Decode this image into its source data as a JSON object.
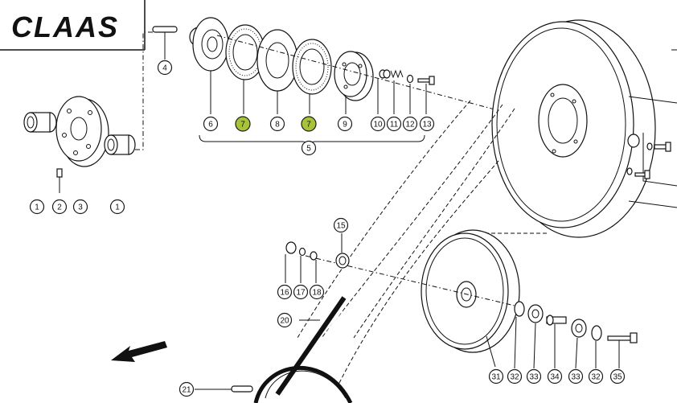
{
  "brand": {
    "logo_text": "CLAAS"
  },
  "highlight_color": "#a7c33a",
  "callouts": [
    {
      "id": "c1a",
      "label": "1",
      "highlight": false
    },
    {
      "id": "c2",
      "label": "2",
      "highlight": false
    },
    {
      "id": "c3",
      "label": "3",
      "highlight": false
    },
    {
      "id": "c1b",
      "label": "1",
      "highlight": false
    },
    {
      "id": "c4",
      "label": "4",
      "highlight": false
    },
    {
      "id": "c6",
      "label": "6",
      "highlight": false
    },
    {
      "id": "c7a",
      "label": "7",
      "highlight": true
    },
    {
      "id": "c8",
      "label": "8",
      "highlight": false
    },
    {
      "id": "c7b",
      "label": "7",
      "highlight": true
    },
    {
      "id": "c9",
      "label": "9",
      "highlight": false
    },
    {
      "id": "c10",
      "label": "10",
      "highlight": false
    },
    {
      "id": "c11",
      "label": "11",
      "highlight": false
    },
    {
      "id": "c12",
      "label": "12",
      "highlight": false
    },
    {
      "id": "c13",
      "label": "13",
      "highlight": false
    },
    {
      "id": "c5",
      "label": "5",
      "highlight": false
    },
    {
      "id": "c15",
      "label": "15",
      "highlight": false
    },
    {
      "id": "c16",
      "label": "16",
      "highlight": false
    },
    {
      "id": "c17",
      "label": "17",
      "highlight": false
    },
    {
      "id": "c18",
      "label": "18",
      "highlight": false
    },
    {
      "id": "c20",
      "label": "20",
      "highlight": false
    },
    {
      "id": "c21",
      "label": "21",
      "highlight": false
    },
    {
      "id": "c31",
      "label": "31",
      "highlight": false
    },
    {
      "id": "c32a",
      "label": "32",
      "highlight": false
    },
    {
      "id": "c33a",
      "label": "33",
      "highlight": false
    },
    {
      "id": "c34",
      "label": "34",
      "highlight": false
    },
    {
      "id": "c33b",
      "label": "33",
      "highlight": false
    },
    {
      "id": "c32b",
      "label": "32",
      "highlight": false
    },
    {
      "id": "c35",
      "label": "35",
      "highlight": false
    }
  ]
}
